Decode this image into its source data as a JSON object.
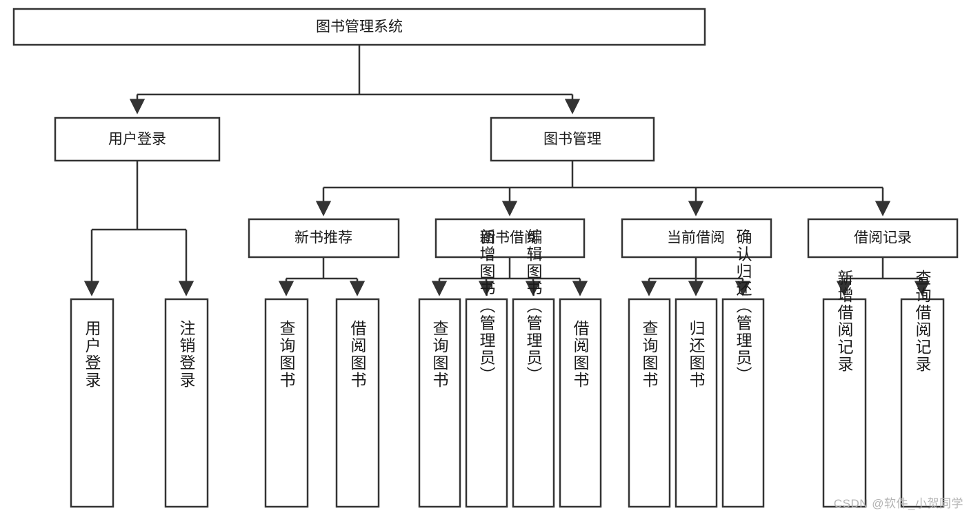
{
  "diagram": {
    "title": "图书管理系统",
    "type": "tree-hierarchy",
    "orientation": "top-down",
    "colors": {
      "box_fill": "#ffffff",
      "box_stroke": "#333333",
      "text": "#1b1b1b",
      "connector": "#333333",
      "watermark": "#b4b4b4"
    },
    "root": {
      "label": "图书管理系统"
    },
    "level2": [
      {
        "label": "用户登录"
      },
      {
        "label": "图书管理"
      }
    ],
    "level3": [
      {
        "label": "新书推荐"
      },
      {
        "label": "图书借阅"
      },
      {
        "label": "当前借阅"
      },
      {
        "label": "借阅记录"
      }
    ],
    "leaves": {
      "user_login": [
        {
          "label": "用户登录"
        },
        {
          "label": "注销登录"
        }
      ],
      "new_book_recommend": [
        {
          "label": "查询图书"
        },
        {
          "label": "借阅图书"
        }
      ],
      "book_borrow": [
        {
          "label": "查询图书"
        },
        {
          "label": "新增图书（管理员）"
        },
        {
          "label": "编辑图书（管理员）"
        },
        {
          "label": "借阅图书"
        }
      ],
      "current_borrow": [
        {
          "label": "查询图书"
        },
        {
          "label": "归还图书"
        },
        {
          "label": "确认归还（管理员）"
        }
      ],
      "borrow_record": [
        {
          "label": "新增借阅记录"
        },
        {
          "label": "查询借阅记录"
        }
      ]
    }
  },
  "watermark": {
    "text": "CSDN @软件_小贺同学"
  }
}
